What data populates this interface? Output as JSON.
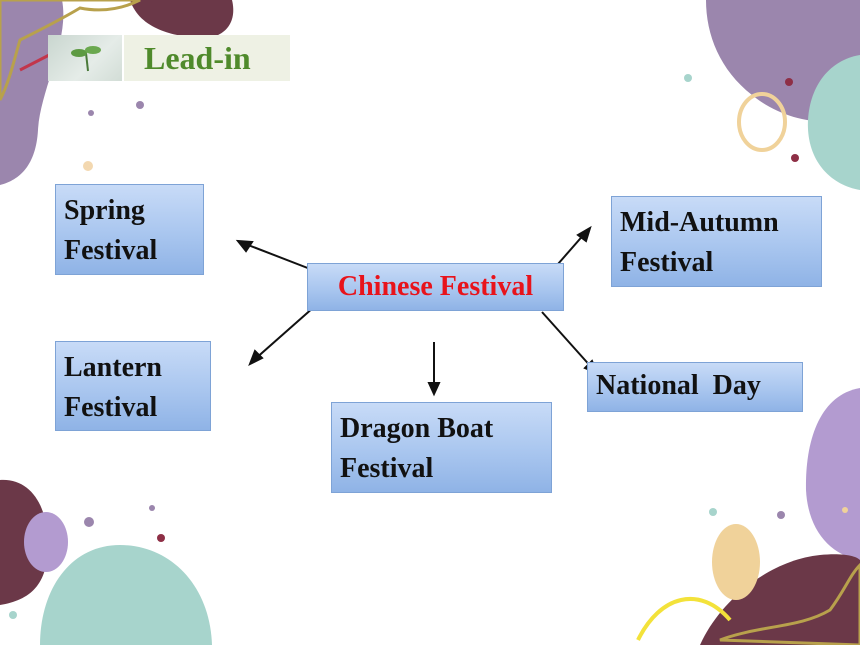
{
  "header": {
    "title": "Lead-in"
  },
  "icons": [
    "sprout-icon"
  ],
  "colors": {
    "node_fill": "#a9c6ef",
    "node_border": "#7ea3d6",
    "center_text": "#e8131b",
    "title_text": "#4f8a2b",
    "purple_blob": "#9b86ad",
    "teal_blob": "#a7d4cc",
    "maroon_blob": "#6b3848"
  },
  "diagram": {
    "center": {
      "label": "Chinese Festival"
    },
    "nodes": [
      {
        "id": "spring",
        "lines": [
          "Spring",
          "Festival"
        ]
      },
      {
        "id": "lantern",
        "lines": [
          "Lantern",
          "Festival"
        ]
      },
      {
        "id": "dragon-boat",
        "lines": [
          "Dragon Boat",
          "Festival"
        ]
      },
      {
        "id": "mid-autumn",
        "lines": [
          "Mid-Autumn",
          "Festival"
        ]
      },
      {
        "id": "national-day",
        "lines": [
          "National  Day"
        ]
      }
    ]
  }
}
